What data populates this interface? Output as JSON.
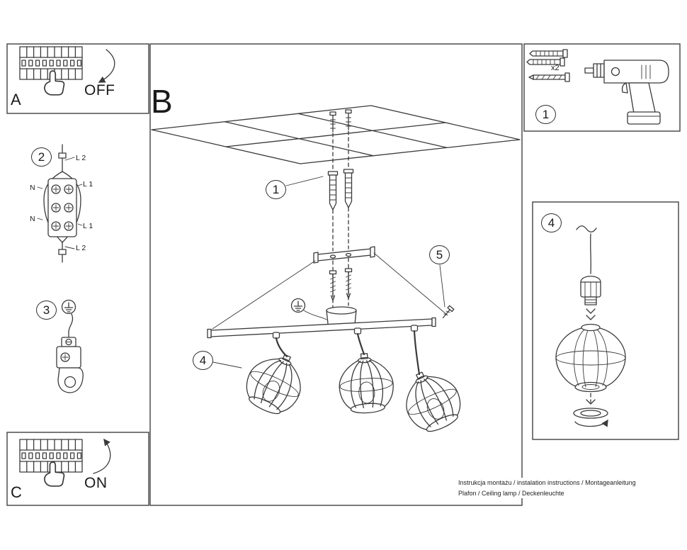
{
  "sections": {
    "panel_a": {
      "letter": "A",
      "switch_state": "OFF"
    },
    "panel_c": {
      "letter": "C",
      "switch_state": "ON"
    },
    "main": {
      "letter": "B"
    }
  },
  "step_numbers": {
    "s1": "1",
    "s2": "2",
    "s3": "3",
    "s4": "4",
    "s5": "5"
  },
  "parts": {
    "anchor_count": "x2"
  },
  "wiring": {
    "l2_top": "L 2",
    "l1_upper": "L 1",
    "n_upper": "N",
    "n_lower": "N",
    "l1_lower": "L 1",
    "l2_bottom": "L 2"
  },
  "footer": {
    "line1": "Instrukcja montażu / instalation instructions / Montageanleitung",
    "line2": "Plafon / Ceiling lamp / Deckenleuchte"
  },
  "colors": {
    "line": "#3a3a3a",
    "text": "#1a1a1a"
  }
}
